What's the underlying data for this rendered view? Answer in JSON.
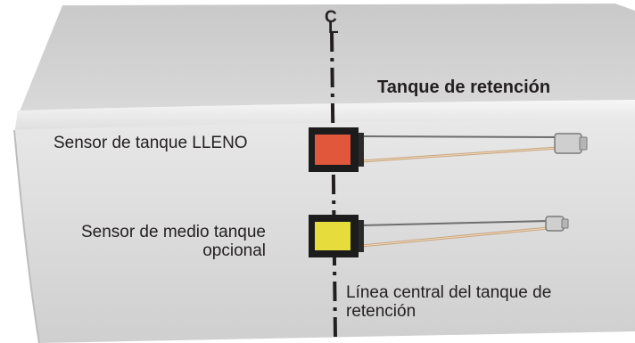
{
  "tank": {
    "title": "Tanque de retención",
    "centerline_symbol_top": "C",
    "centerline_symbol_bottom": "L"
  },
  "sensors": {
    "full": {
      "label": "Sensor de tanque LLENO",
      "color": "#e0573c"
    },
    "half": {
      "label_line1": "Sensor de medio tanque",
      "label_line2": "opcional",
      "color": "#e6dc3c"
    }
  },
  "centerline": {
    "label_line1": "Línea central del tanque de",
    "label_line2": "retención"
  }
}
